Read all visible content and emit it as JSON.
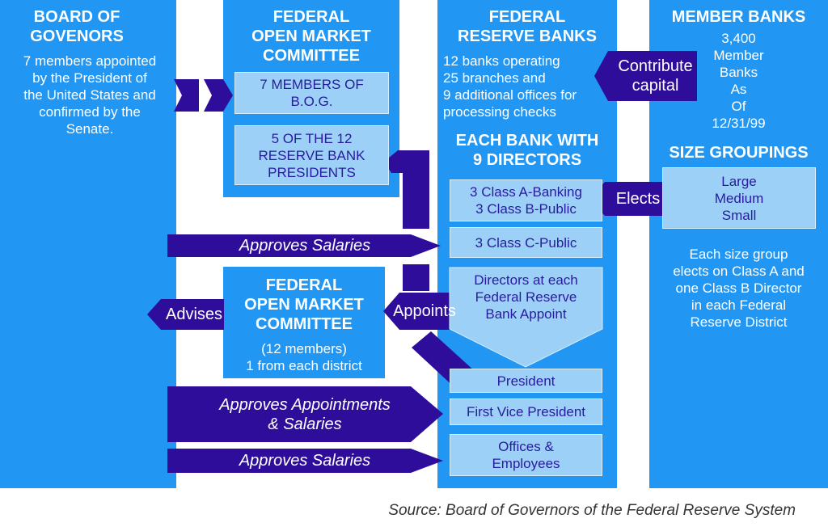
{
  "board": {
    "title": "BOARD OF\nGOVENORS",
    "text": "7 members appointed\nby the President of\nthe United States and\nconfirmed by the\nSenate."
  },
  "fomc_top": {
    "title": "FEDERAL\nOPEN MARKET\nCOMMITTEE",
    "box1": "7 MEMBERS OF\nB.O.G.",
    "box2": "5 OF THE 12\nRESERVE BANK\nPRESIDENTS"
  },
  "frb": {
    "title": "FEDERAL\nRESERVE BANKS",
    "text": "12 banks operating\n25 branches and\n9 additional offices for\nprocessing checks",
    "directors_title": "EACH BANK WITH\n9 DIRECTORS",
    "class_ab": "3 Class A-Banking\n3 Class B-Public",
    "class_c": "3 Class C-Public",
    "directors_appoint": "Directors at each\nFederal Reserve\nBank Appoint",
    "president": "President",
    "first_vp": "First Vice President",
    "offices": "Offices &\nEmployees"
  },
  "member": {
    "title": "MEMBER BANKS",
    "count": "3,400\nMember\nBanks\nAs\nOf\n12/31/99",
    "size_title": "SIZE GROUPINGS",
    "sizes": "Large\nMedium\nSmall",
    "size_text": "Each size group\nelects on Class A and\none Class B Director\nin each Federal\nReserve District"
  },
  "fomc_bottom": {
    "title": "FEDERAL\nOPEN MARKET\nCOMMITTEE",
    "text": "(12 members)\n1 from each district"
  },
  "arrows": {
    "contribute": "Contribute\ncapital",
    "elects": "Elects",
    "approves_salaries_1": "Approves Salaries",
    "appoints": "Appoints",
    "advises": "Advises",
    "approves_appointments": "Approves Appointments\n& Salaries",
    "approves_salaries_2": "Approves Salaries"
  },
  "source": "Source: Board of Governors of the Federal Reserve System",
  "colors": {
    "blue": "#2196f3",
    "light_blue": "#9dd0f7",
    "purple": "#2e0d9a",
    "label_text": "#2a1aa0"
  }
}
